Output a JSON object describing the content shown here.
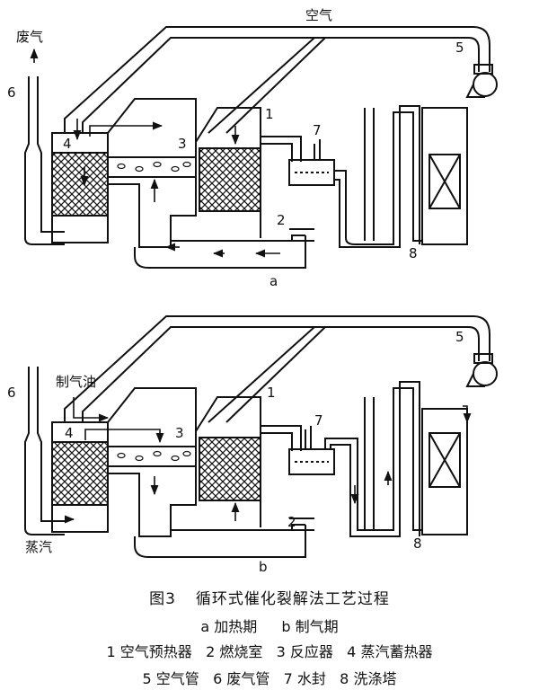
{
  "diagram_a": {
    "panel_label": "a",
    "texts": {
      "air": "空气",
      "exhaust": "废气"
    },
    "numbers": [
      "1",
      "2",
      "3",
      "4",
      "5",
      "6",
      "7",
      "8"
    ]
  },
  "diagram_b": {
    "panel_label": "b",
    "texts": {
      "gas_oil": "制气油",
      "steam": "蒸汽"
    },
    "numbers": [
      "1",
      "2",
      "3",
      "4",
      "5",
      "6",
      "7",
      "8"
    ]
  },
  "caption": {
    "figure_no": "图3",
    "title": "循环式催化裂解法工艺过程",
    "phase_a_key": "a",
    "phase_a": "加热期",
    "phase_b_key": "b",
    "phase_b": "制气期",
    "legend_row1": [
      "1 空气预热器",
      "2 燃烧室",
      "3 反应器",
      "4 蒸汽蓄热器"
    ],
    "legend_row2": [
      "5 空气管",
      "6 废气管",
      "7 水封",
      "8 洗涤塔"
    ]
  }
}
